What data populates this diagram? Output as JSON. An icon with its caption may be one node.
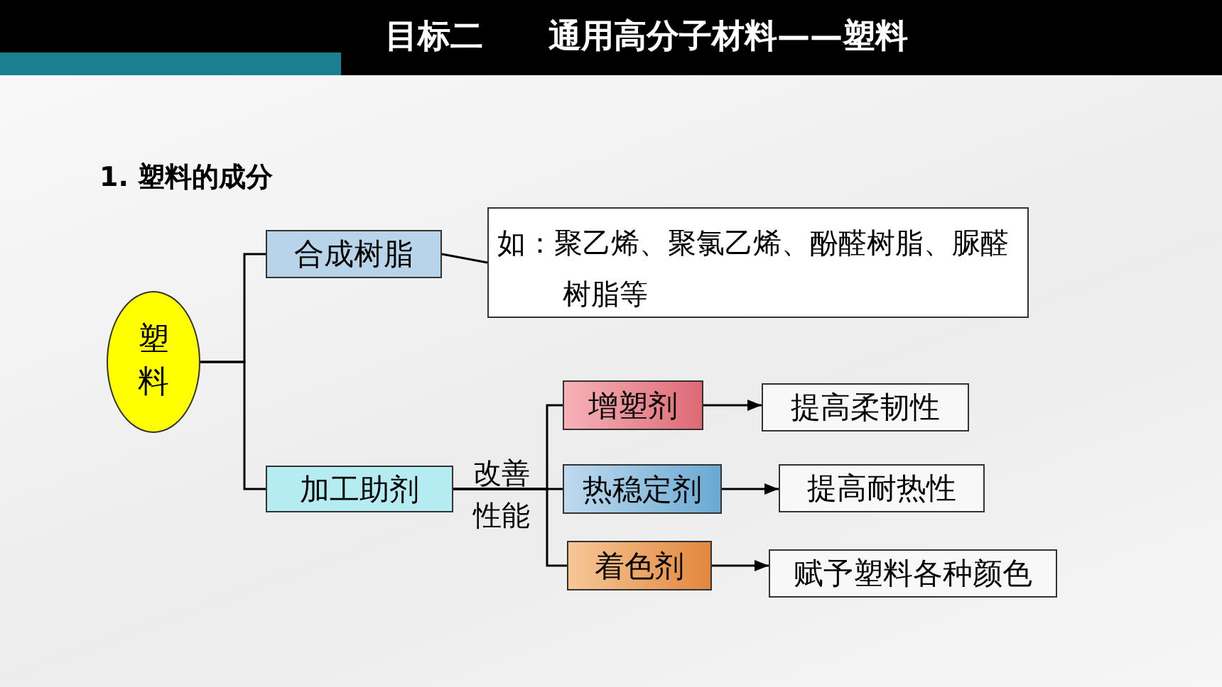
{
  "diagram": {
    "title": "目标二　　通用高分子材料——塑料",
    "nodes": [
      {
        "text": [
          "塑料"
        ]
      },
      {
        "text": [
          "合成树脂"
        ]
      },
      {
        "text": [
          "如：聚乙烯、聚氯乙烯、酚醛树脂、脲醛树脂等"
        ]
      },
      {
        "text": [
          "加工助剂"
        ]
      },
      {
        "text": [
          "增塑剂"
        ]
      },
      {
        "text": [
          "热稳定剂"
        ]
      },
      {
        "text": [
          "着色剂"
        ]
      },
      {
        "text": [
          "提高柔韧性"
        ]
      },
      {
        "text": [
          "提高耐热性"
        ]
      },
      {
        "text": [
          "赋予塑料各种颜色"
        ]
      }
    ],
    "edges": [
      {
        "from": 0,
        "to": 1,
        "arrow": "none"
      },
      {
        "from": 0,
        "to": 3,
        "arrow": "none"
      },
      {
        "from": 1,
        "to": 2,
        "arrow": "none"
      },
      {
        "from": 3,
        "to": 4,
        "arrow": "none"
      },
      {
        "from": 3,
        "to": 5,
        "arrow": "none",
        "label": "改善性能"
      },
      {
        "from": 3,
        "to": 6,
        "arrow": "none"
      },
      {
        "from": 4,
        "to": 7,
        "arrow": "to"
      },
      {
        "from": 5,
        "to": 8,
        "arrow": "to"
      },
      {
        "from": 6,
        "to": 9,
        "arrow": "to"
      }
    ],
    "labels": [
      "1. 塑料的成分"
    ]
  }
}
